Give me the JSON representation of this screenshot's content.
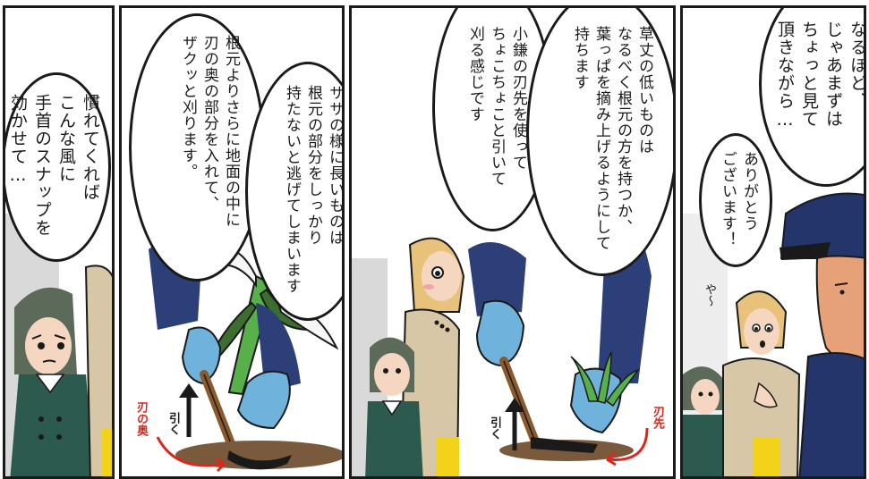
{
  "panels": [
    {
      "id": "panel-1",
      "speech": "慣れてくれば\nこんな風に\n手首のスナップを\n効かせて…"
    },
    {
      "id": "panel-2",
      "speech_left": "根元よりさらに地面の中に\n刃の奥の部分を入れて、\nザクッと刈ります。",
      "speech_right": "ササの様に長いものは\n根元の部分をしっかり\n持たないと逃げてしまいます",
      "label_blade_back": "刃の奥",
      "label_pull": "引く"
    },
    {
      "id": "panel-3",
      "speech_left": "小鎌の刃先を使って\nちょこちょこと引いて\n刈る感じです",
      "speech_right": "草丈の低いものは\nなるべく根元の方を持つか、\n葉っぱを摘み上げるようにして\n持ちます",
      "label_blade_tip": "刃先",
      "label_pull": "引く"
    },
    {
      "id": "panel-4",
      "speech_top": "なるほど、\nじゃあまずは\nちょっと見て\n頂きながら…",
      "speech_small": "ありがとう\nございます！",
      "sfx": "や〜"
    }
  ],
  "colors": {
    "ink": "#1a1a1a",
    "red": "#e0261b",
    "glove": "#6fb3dc",
    "sleeve": "#2c3f78",
    "uniform": "#2c5a4e",
    "skirt_yellow": "#f3d21a",
    "hair_teal": "#5c6a5a",
    "cap_navy": "#23356b",
    "skin": "#f5d6c0",
    "leaf": "#57b04a",
    "soil": "#7a5a3c",
    "dark_leaf": "#3c6f2f"
  }
}
